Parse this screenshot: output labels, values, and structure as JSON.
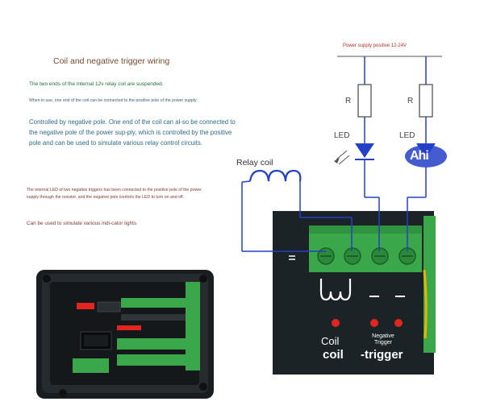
{
  "title": "Coil and negative trigger wiring",
  "para1": "The two ends of the internal 12v relay coil are suspended.",
  "para2": "When in use, one end of the coil can be connected to the positive pole of the power supply.",
  "para3": "Controlled by negative pole. One end of the coil can al-so be connected to the negative pole of the power sup-ply, which is controlled by the positive pole and can be used to simulate various relay control circuits.",
  "para4": "The internal LED of two negative triggers has been connected to the positive pole of the power supply through the resistor, and the negative pole controls the LED to turn on and off.",
  "para5": "Can be used to simulate various indi-cator lights",
  "diagram": {
    "psu_label": "Power supply positive 12-24V",
    "relay_coil_label": "Relay coil",
    "resistor_label_1": "R",
    "resistor_label_2": "R",
    "led_label_1": "LED",
    "led_label_2": "LED",
    "terminal_text": "Ahi"
  },
  "board": {
    "coil_label": "Coil",
    "coil_label_bold": "coil",
    "neg_trigger_label": "Negative Trigger",
    "trigger_label": "-trigger"
  },
  "colors": {
    "wire": "#2340c8",
    "terminal_green": "#3aa84a",
    "board_dark": "#1c2326",
    "led_red": "#e3241f"
  }
}
